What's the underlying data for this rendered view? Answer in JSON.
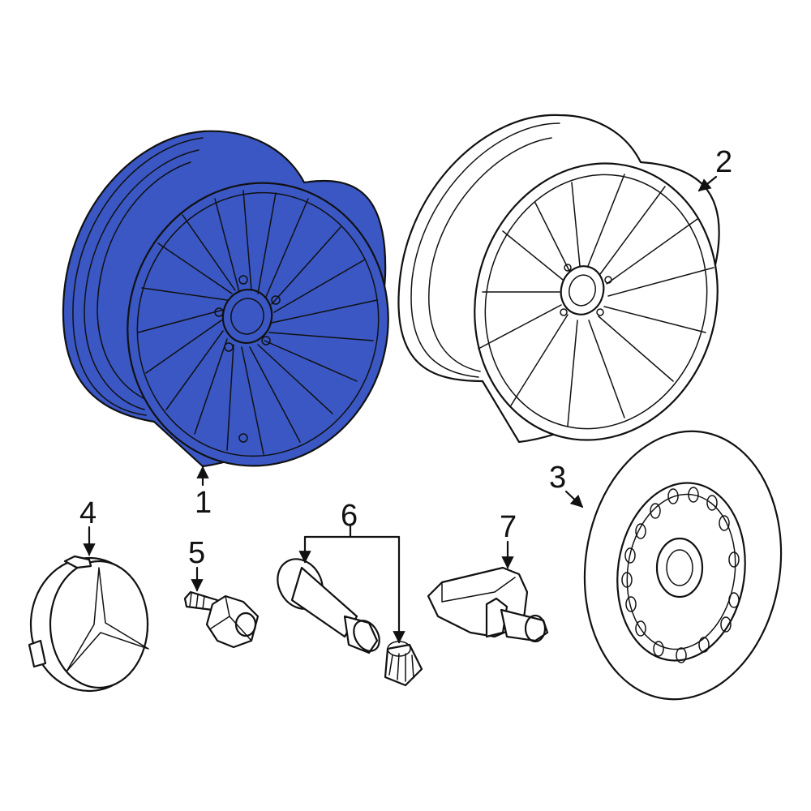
{
  "diagram": {
    "highlight_color": "#3a57c4",
    "line_color": "#111111",
    "background": "#ffffff"
  },
  "callouts": {
    "c1": "1",
    "c2": "2",
    "c3": "3",
    "c4": "4",
    "c5": "5",
    "c6": "6",
    "c7": "7"
  },
  "parts": [
    {
      "id": "1",
      "icon": "alloy-wheel-icon",
      "highlighted": true
    },
    {
      "id": "2",
      "icon": "alloy-wheel-icon",
      "highlighted": false
    },
    {
      "id": "3",
      "icon": "spare-wheel-icon",
      "highlighted": false
    },
    {
      "id": "4",
      "icon": "center-cap-icon",
      "highlighted": false
    },
    {
      "id": "5",
      "icon": "lug-bolt-icon",
      "highlighted": false
    },
    {
      "id": "6",
      "icon": "valve-stem-icon",
      "highlighted": false
    },
    {
      "id": "7",
      "icon": "tpms-sensor-icon",
      "highlighted": false
    }
  ]
}
